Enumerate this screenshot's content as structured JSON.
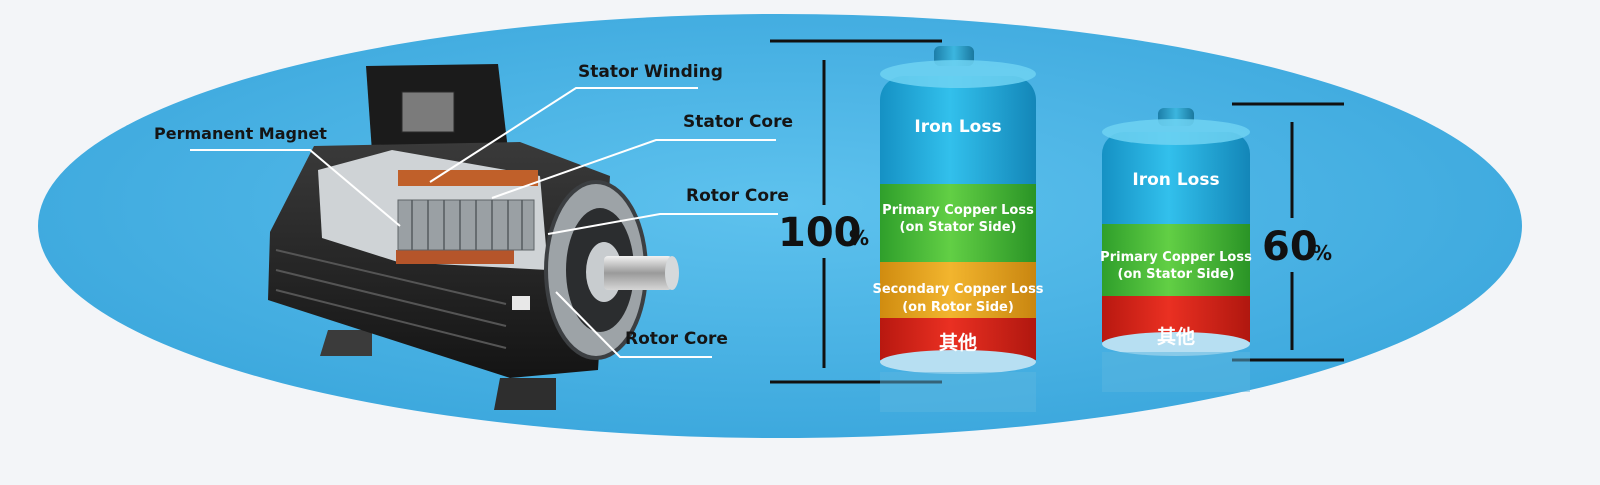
{
  "motor_labels": {
    "stator_winding": "Stator Winding",
    "stator_core": "Stator Core",
    "permanent_magnet": "Permanent Magnet",
    "rotor_core_upper": "Rotor Core",
    "rotor_core_lower": "Rotor Core"
  },
  "battery_full": {
    "percent_value": "100",
    "percent_sign": "%",
    "fraction": 1.0,
    "segments": {
      "iron_loss": "Iron Loss",
      "primary_line1": "Primary Copper Loss",
      "primary_line2": "(on Stator Side)",
      "secondary_line1": "Secondary Copper Loss",
      "secondary_line2": "(on Rotor Side)",
      "other": "其他"
    }
  },
  "battery_reduced": {
    "percent_value": "60",
    "percent_sign": "%",
    "fraction": 0.6,
    "segments": {
      "iron_loss": "Iron Loss",
      "primary_line1": "Primary Copper Loss",
      "primary_line2": "(on Stator Side)",
      "other": "其他"
    }
  },
  "colors": {
    "ellipse": "#4fb6e6",
    "iron_loss": "#1fa7d8",
    "primary_copper": "#47bd3a",
    "secondary_copper": "#e7a51b",
    "other": "#d8241b"
  }
}
